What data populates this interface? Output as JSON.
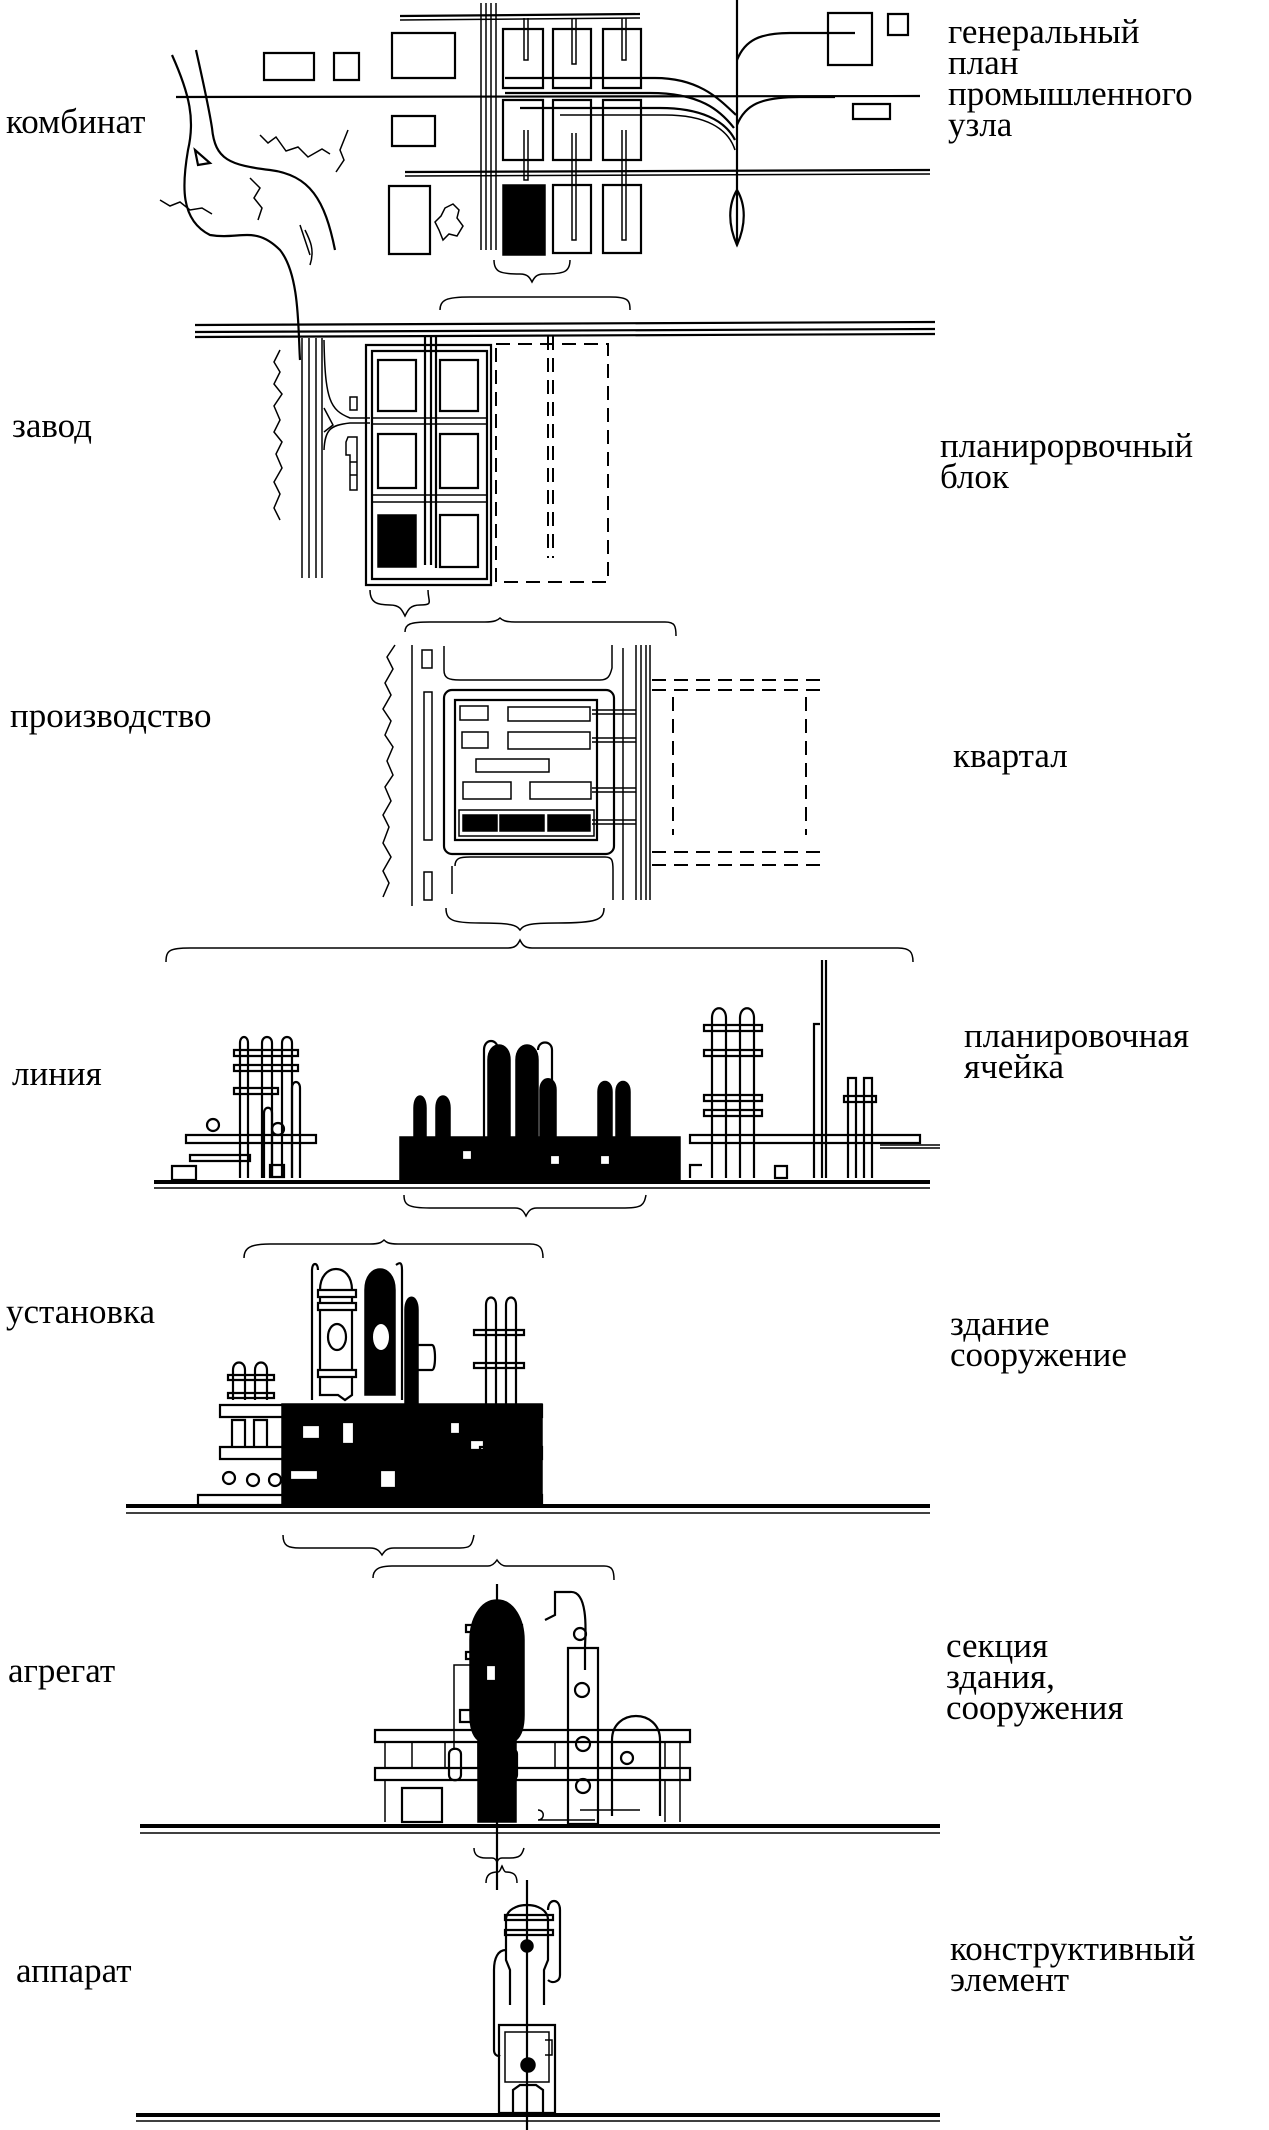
{
  "figure": {
    "type": "hierarchy-diagram",
    "levels": [
      {
        "left_label": "комбинат",
        "right_label": "генеральный\nплан\nпромышленного\nузла",
        "drawing": "industrial-node-master-plan"
      },
      {
        "left_label": "завод",
        "right_label": "планирорвочный\nблок",
        "drawing": "plant-planning-block"
      },
      {
        "left_label": "производство",
        "right_label": "квартал",
        "drawing": "production-quarter"
      },
      {
        "left_label": "линия",
        "right_label": "планировочная\nячейка",
        "drawing": "production-line-elevation"
      },
      {
        "left_label": "установка",
        "right_label": "здание\nсооружение",
        "drawing": "installation-elevation"
      },
      {
        "left_label": "агрегат",
        "right_label": "секция\nздания,\nсооружения",
        "drawing": "unit-elevation"
      },
      {
        "left_label": "аппарат",
        "right_label": "конструктивный\nэлемент",
        "drawing": "apparatus-elevation"
      }
    ]
  }
}
